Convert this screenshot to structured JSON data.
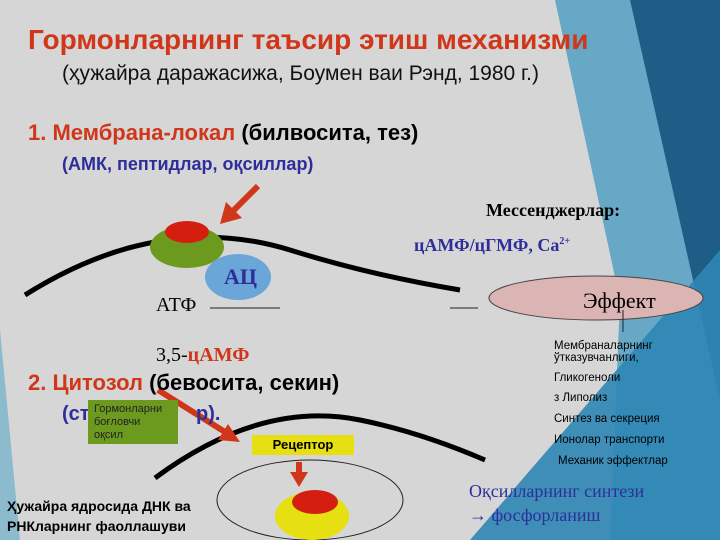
{
  "title": "Гормонларнинг таъсир этиш механизми",
  "subtitle": "(ҳужайра даражасижа, Боумен ваи Рэнд, 1980 г.)",
  "section1": {
    "label": "1. Мембрана-локал",
    "paren": "(билвосита, тез)",
    "examples": "(АМК, пептидлар, оқсиллар)"
  },
  "diagram1": {
    "enzyme": "АЦ",
    "substrate": "АТФ",
    "product_prefix": "3,5-",
    "product": "цАМФ",
    "effect": "Эффект"
  },
  "messengers": {
    "title": "Мессенджерлар:",
    "list": "цАМФ/цГМФ, Ca",
    "sup": "2+"
  },
  "effects": [
    "Мембраналарнинг ўтказувчанлиги,",
    "Гликогеноли",
    "з  Липолиз",
    "Синтез ва секреция",
    "Ионолар транспорти",
    "Механик эффектлар"
  ],
  "section2": {
    "label": "2. Цитозол",
    "paren": "(бевосита, секин)",
    "examples_partial": "(ст",
    "examples_end": "р)."
  },
  "diagram2": {
    "binding_protein": "Гормонларни боғловчи оқсил",
    "receptor": "Рецептор",
    "nucleus_text": "Ҳужайра ядросида ДНК ва РНКларнинг фаоллашуви",
    "protein_synthesis": "Оқсилларнинг синтези",
    "phosphorylation": "→ фосфорланиш"
  },
  "colors": {
    "red": "#d0361a",
    "blue": "#2e2e9a",
    "green": "#6c9a1e"
  }
}
